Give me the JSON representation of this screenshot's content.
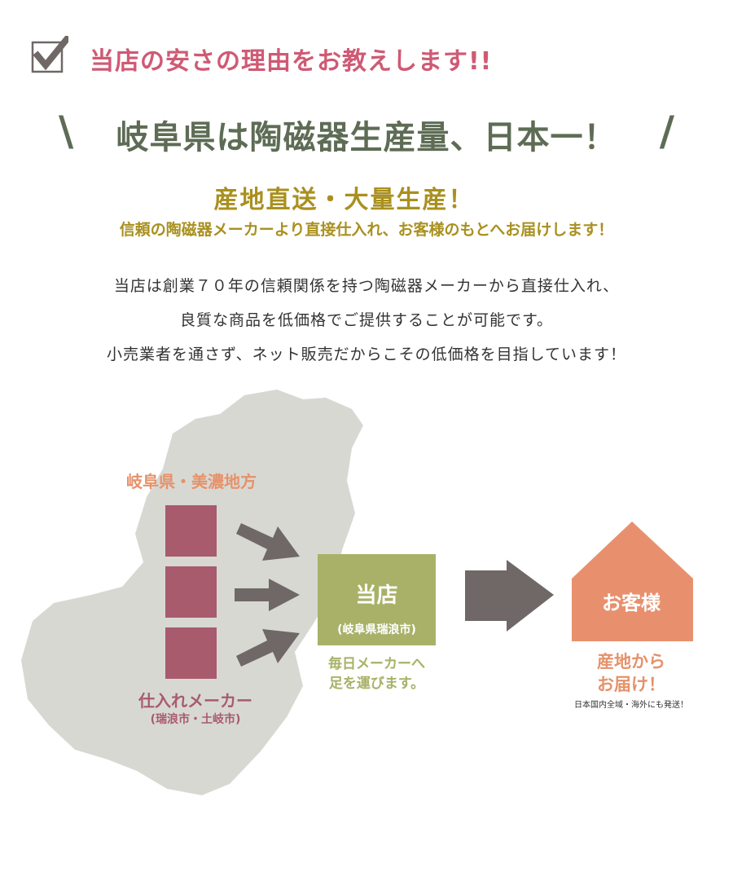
{
  "header": {
    "title": "当店の安さの理由をお教えします!!"
  },
  "headline": {
    "text": "岐阜県は陶磁器生産量、日本一！",
    "slash_left": "\\",
    "slash_right": "/"
  },
  "subheadline": {
    "main": "産地直送・大量生産！",
    "detail": "信頼の陶磁器メーカーより直接仕入れ、お客様のもとへお届けします！"
  },
  "body": {
    "lines": [
      "当店は創業７０年の信頼関係を持つ陶磁器メーカーから直接仕入れ、",
      "良質な商品を低価格でご提供することが可能です。",
      "小売業者を通さず、ネット販売だからこその低価格を目指しています！"
    ]
  },
  "diagram": {
    "region_label": "岐阜県・美濃地方",
    "maker_label": "仕入れメーカー",
    "maker_sub": "(瑞浪市・土岐市)",
    "shop_title": "当店",
    "shop_sub": "(岐阜県瑞浪市)",
    "shop_note": [
      "毎日メーカーへ",
      "足を運びます。"
    ],
    "customer_title": "お客様",
    "customer_note": [
      "産地から",
      "お届け！"
    ],
    "ship_note": "日本国内全域・海外にも発送！"
  },
  "colors": {
    "title_pink": "#cf5a74",
    "headline_green": "#5e6c55",
    "gold": "#a9901f",
    "maker_box": "#a85b6d",
    "shop_box": "#a8b167",
    "customer_house": "#e8906e",
    "arrow_gray": "#6f6866",
    "map_gray": "#d8d8d3"
  }
}
